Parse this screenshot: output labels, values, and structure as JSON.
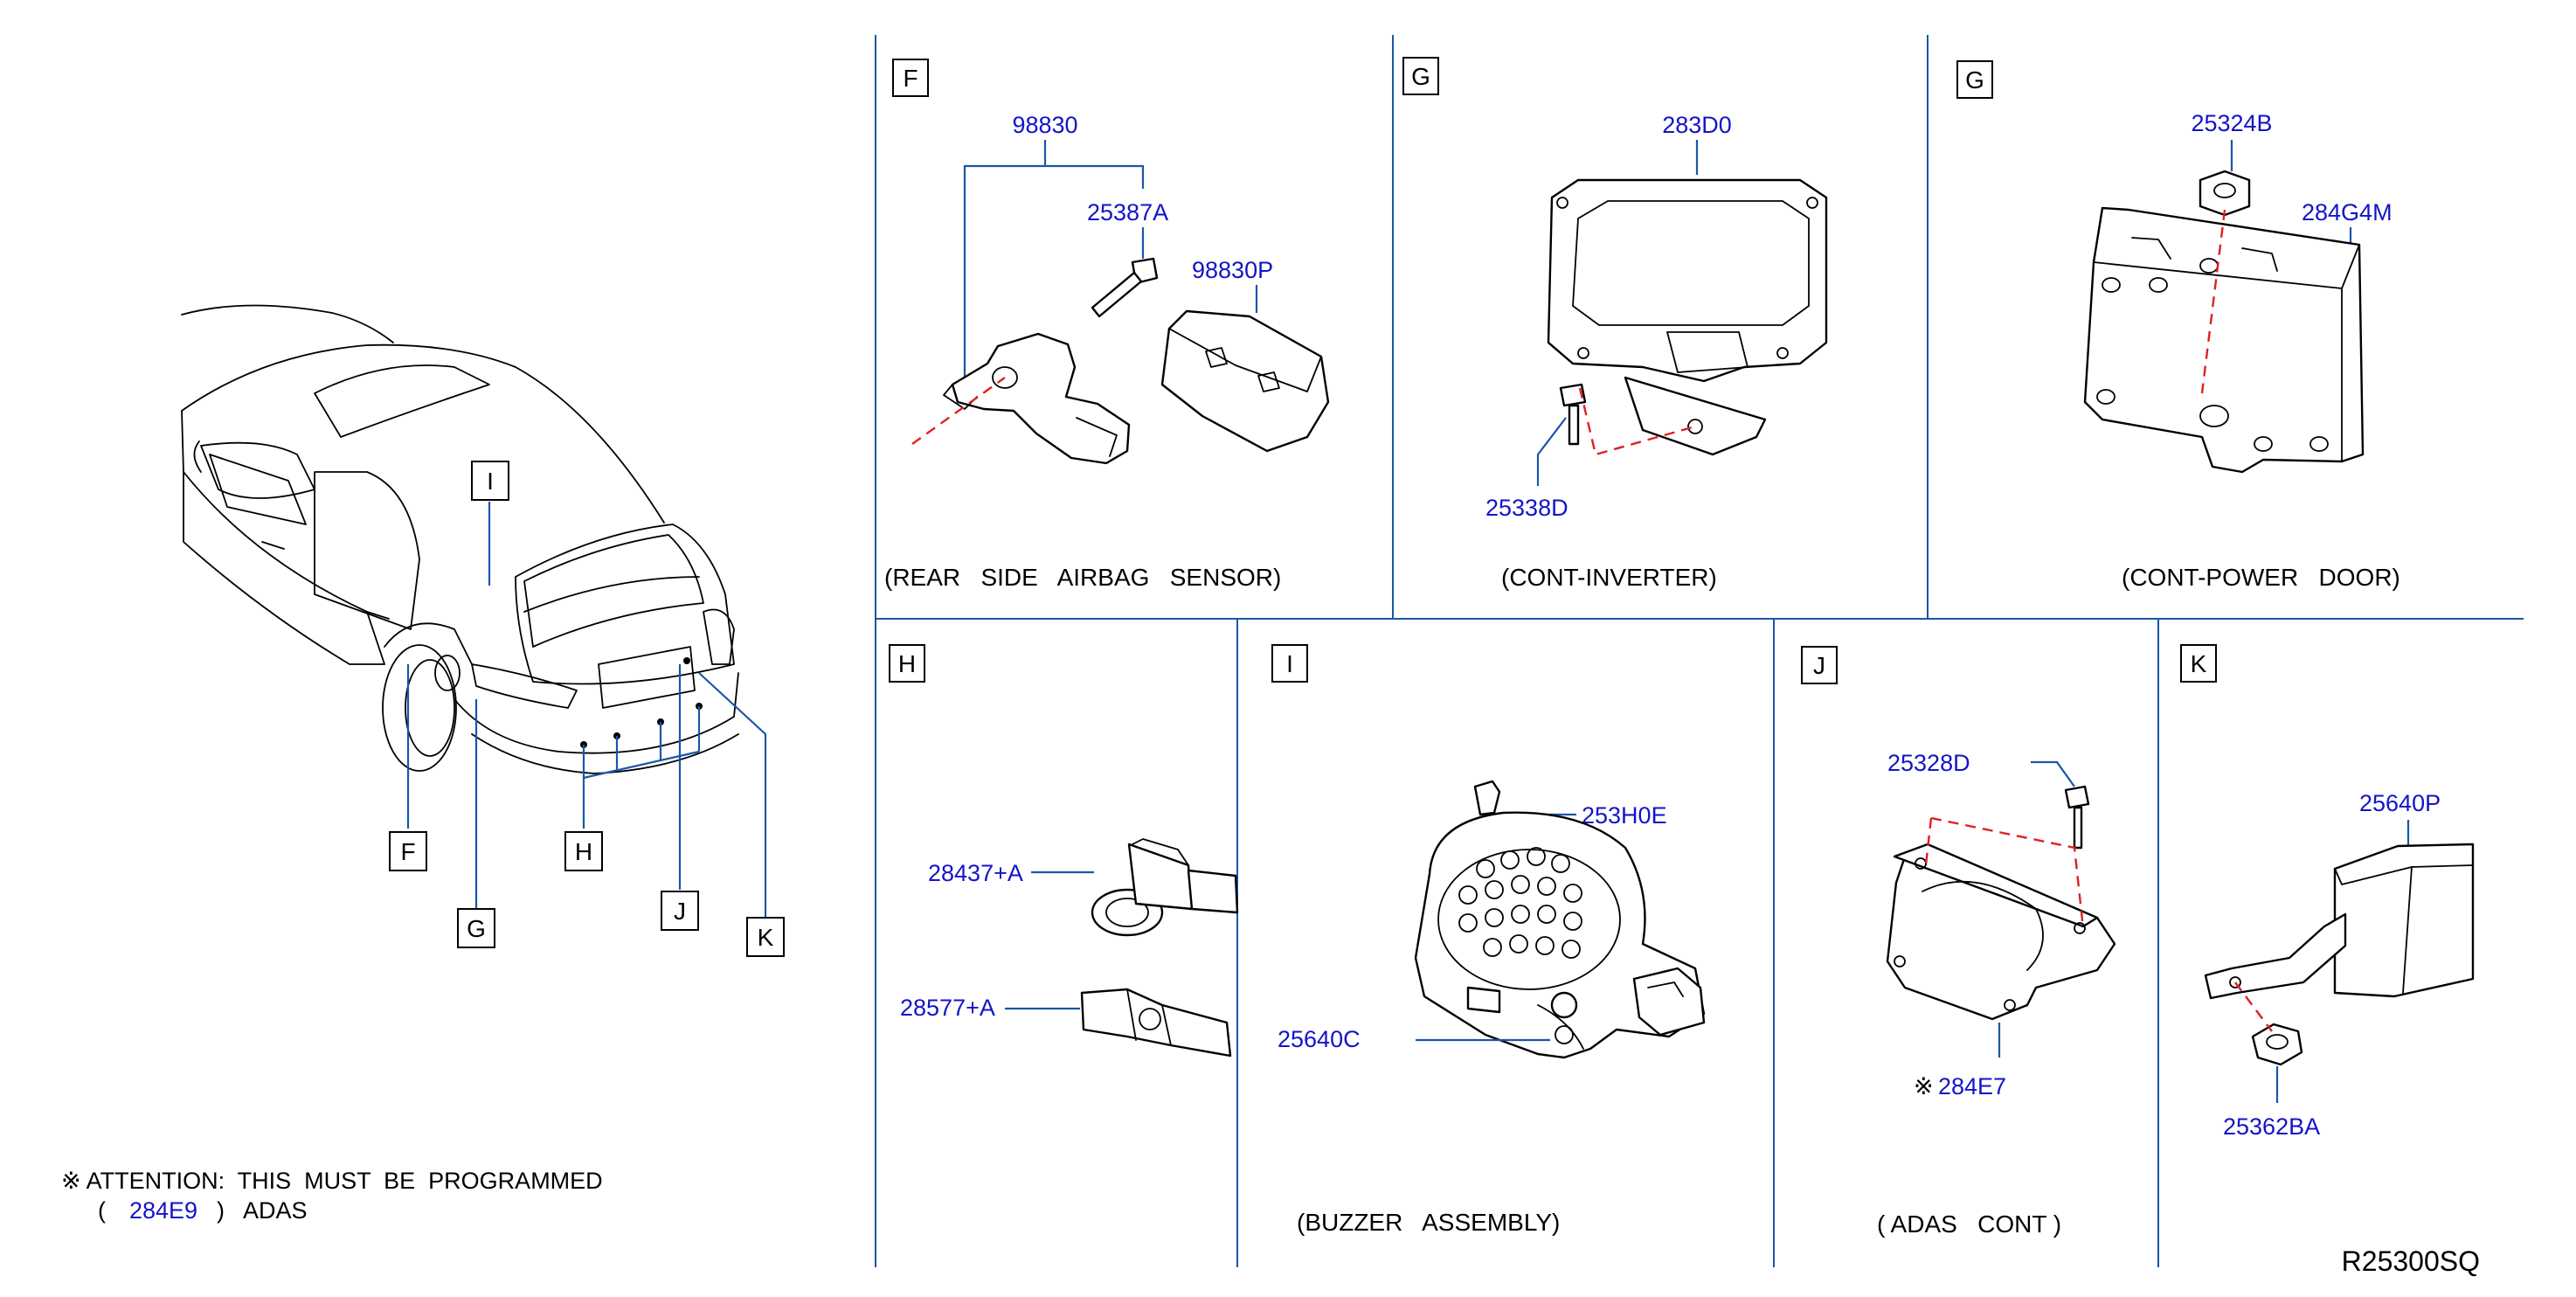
{
  "panels": {
    "F": {
      "letter": "F",
      "caption": "(REAR   SIDE   AIRBAG   SENSOR)",
      "parts": [
        "98830",
        "25387A",
        "98830P"
      ]
    },
    "G1": {
      "letter": "G",
      "caption": "(CONT-INVERTER)",
      "parts": [
        "283D0",
        "25338D"
      ]
    },
    "G2": {
      "letter": "G",
      "caption": "(CONT-POWER   DOOR)",
      "parts": [
        "25324B",
        "284G4M"
      ]
    },
    "H": {
      "letter": "H",
      "parts": [
        "28437+A",
        "28577+A"
      ]
    },
    "I": {
      "letter": "I",
      "caption": "(BUZZER   ASSEMBLY)",
      "parts": [
        "253H0E",
        "25640C"
      ]
    },
    "J": {
      "letter": "J",
      "caption": "( ADAS   CONT )",
      "parts": [
        "25328D",
        "284E7"
      ],
      "part_mark": "※"
    },
    "K": {
      "letter": "K",
      "parts": [
        "25640P",
        "25362BA"
      ]
    }
  },
  "vehicle_callouts": [
    "I",
    "F",
    "G",
    "H",
    "J",
    "K"
  ],
  "attention": {
    "line1": "※ ATTENTION:  THIS  MUST  BE  PROGRAMMED",
    "open": "(",
    "part": "284E9",
    "close": ")   ADAS"
  },
  "diagram_code": "R25300SQ",
  "colors": {
    "part_number": "#1414c8",
    "divider": "#1a56a8",
    "dashed_axis": "#e02020"
  }
}
